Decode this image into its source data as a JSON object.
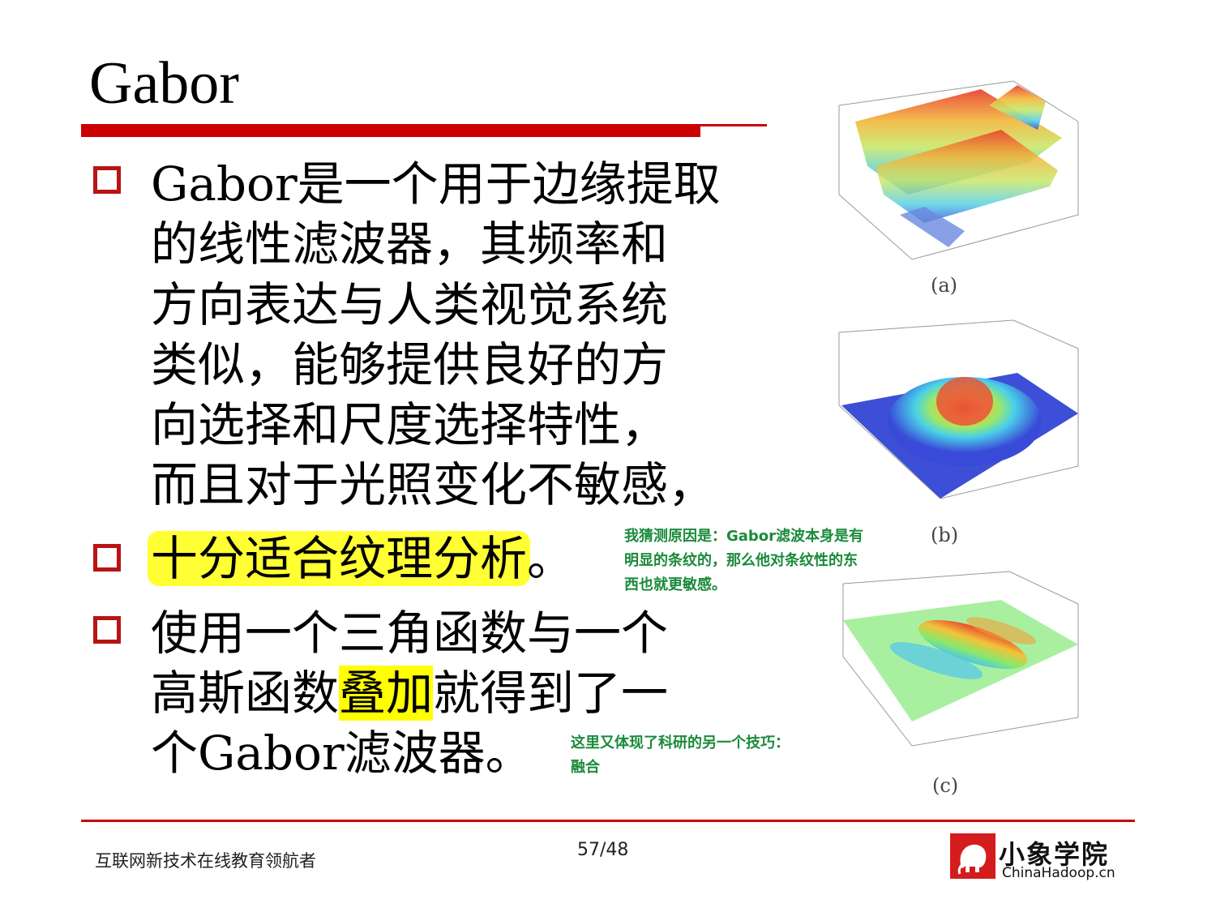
{
  "title": "Gabor",
  "bullets": [
    {
      "lines": [
        "Gabor是一个用于边缘提取",
        "的线性滤波器，其频率和",
        "方向表达与人类视觉系统",
        "类似，能够提供良好的方",
        "向选择和尺度选择特性，",
        "而且对于光照变化不敏感，"
      ]
    },
    {
      "highlight": "十分适合纹理分析",
      "tail": "。"
    },
    {
      "line1": "使用一个三角函数与一个",
      "line2_pre": "高斯函数",
      "line2_highlight": "叠加",
      "line2_post": "就得到了一",
      "line3": "个Gabor滤波器。"
    }
  ],
  "notes": {
    "note1": [
      "我猜测原因是：Gabor滤波本身是有",
      "明显的条纹的，那么他对条纹性的东",
      "西也就更敏感。"
    ],
    "note2": [
      "这里又体现了科研的另一个技巧：",
      "融合"
    ]
  },
  "figure_labels": [
    "(a)",
    "(b)",
    "(c)"
  ],
  "footer": {
    "left_text": "互联网新技术在线教育领航者",
    "page": "57/48",
    "logo_text": "小象学院",
    "logo_sub": "ChinaHadoop.cn"
  },
  "colors": {
    "accent_red": "#cc0000",
    "highlight_yellow": "#ffff33",
    "note_green": "#1a8a3a"
  }
}
